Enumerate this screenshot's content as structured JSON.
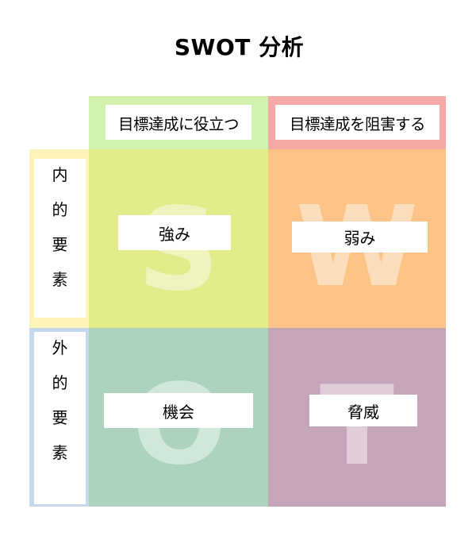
{
  "title": "SWOT 分析",
  "columns": [
    {
      "label": "目標達成に役立つ",
      "color": "#d3f2b0"
    },
    {
      "label": "目標達成を阻害する",
      "color": "#f7a9a8"
    }
  ],
  "rows": [
    {
      "label_chars": [
        "内",
        "的",
        "要",
        "素"
      ],
      "color": "#fef3b9",
      "full_label": "内的要素"
    },
    {
      "label_chars": [
        "外",
        "的",
        "要",
        "素"
      ],
      "color": "#c5d8ec",
      "full_label": "外的要素"
    }
  ],
  "quadrants": {
    "strengths": {
      "letter": "S",
      "label": "強み",
      "color": "#e2ec8a"
    },
    "weaknesses": {
      "letter": "W",
      "label": "弱み",
      "color": "#fbc486"
    },
    "opportunities": {
      "letter": "O",
      "label": "機会",
      "color": "#abd3bd"
    },
    "threats": {
      "letter": "T",
      "label": "脅威",
      "color": "#c5a5b9"
    }
  }
}
